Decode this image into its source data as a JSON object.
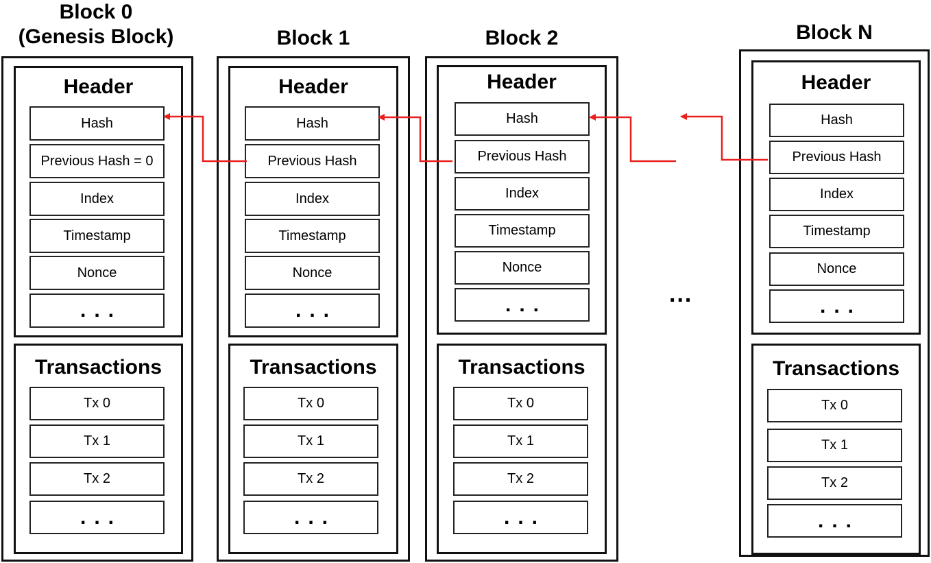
{
  "blocks": [
    {
      "title_line1": "Block 0",
      "title_line2": "(Genesis Block)",
      "header_title": "Header",
      "header_fields": [
        "Hash",
        "Previous Hash = 0",
        "Index",
        "Timestamp",
        "Nonce",
        "..."
      ],
      "tx_title": "Transactions",
      "tx_fields": [
        "Tx 0",
        "Tx 1",
        "Tx 2",
        "..."
      ]
    },
    {
      "title_line1": "Block 1",
      "title_line2": "",
      "header_title": "Header",
      "header_fields": [
        "Hash",
        "Previous Hash",
        "Index",
        "Timestamp",
        "Nonce",
        "..."
      ],
      "tx_title": "Transactions",
      "tx_fields": [
        "Tx 0",
        "Tx 1",
        "Tx 2",
        "..."
      ]
    },
    {
      "title_line1": "Block 2",
      "title_line2": "",
      "header_title": "Header",
      "header_fields": [
        "Hash",
        "Previous Hash",
        "Index",
        "Timestamp",
        "Nonce",
        "..."
      ],
      "tx_title": "Transactions",
      "tx_fields": [
        "Tx 0",
        "Tx 1",
        "Tx 2",
        "..."
      ]
    },
    {
      "title_line1": "Block N",
      "title_line2": "",
      "header_title": "Header",
      "header_fields": [
        "Hash",
        "Previous Hash",
        "Index",
        "Timestamp",
        "Nonce",
        "..."
      ],
      "tx_title": "Transactions",
      "tx_fields": [
        "Tx 0",
        "Tx 1",
        "Tx 2",
        "..."
      ]
    }
  ],
  "between_ellipsis": "...",
  "colors": {
    "arrow": "#e8201e",
    "border": "#111111"
  }
}
